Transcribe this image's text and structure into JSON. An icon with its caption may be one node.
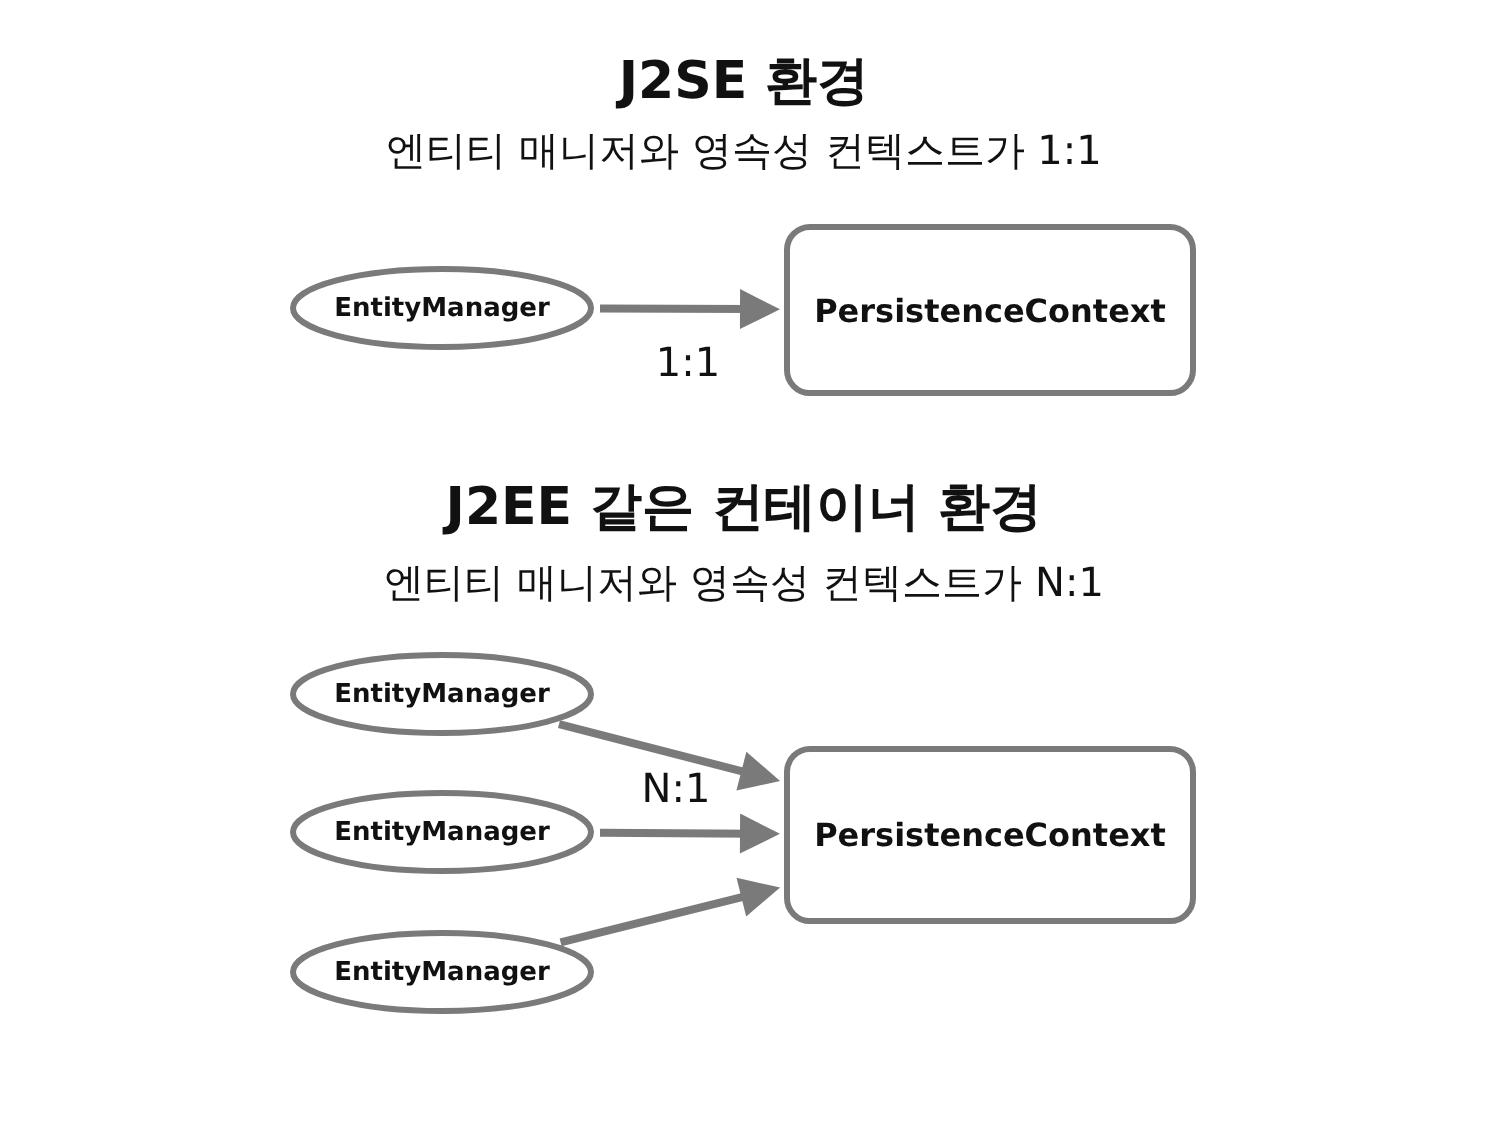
{
  "diagram": {
    "nodes": [
      {
        "text": [
          "EntityManager"
        ]
      },
      {
        "text": [
          "PersistenceContext"
        ]
      },
      {
        "text": [
          "EntityManager"
        ]
      },
      {
        "text": [
          "EntityManager"
        ]
      },
      {
        "text": [
          "EntityManager"
        ]
      },
      {
        "text": [
          "PersistenceContext"
        ]
      }
    ],
    "edges": [
      {
        "from": 0,
        "to": 1,
        "arrow": "to",
        "label": "1:1"
      },
      {
        "from": 2,
        "to": 5,
        "arrow": "to"
      },
      {
        "from": 3,
        "to": 5,
        "arrow": "to"
      },
      {
        "from": 4,
        "to": 5,
        "arrow": "to"
      }
    ],
    "labels": [
      "J2SE 환경",
      "엔티티 매니저와 영속성 컨텍스트가 1:1",
      "J2EE 같은 컨테이너 환경",
      "엔티티 매니저와 영속성 컨텍스트가 N:1",
      "N:1"
    ]
  }
}
